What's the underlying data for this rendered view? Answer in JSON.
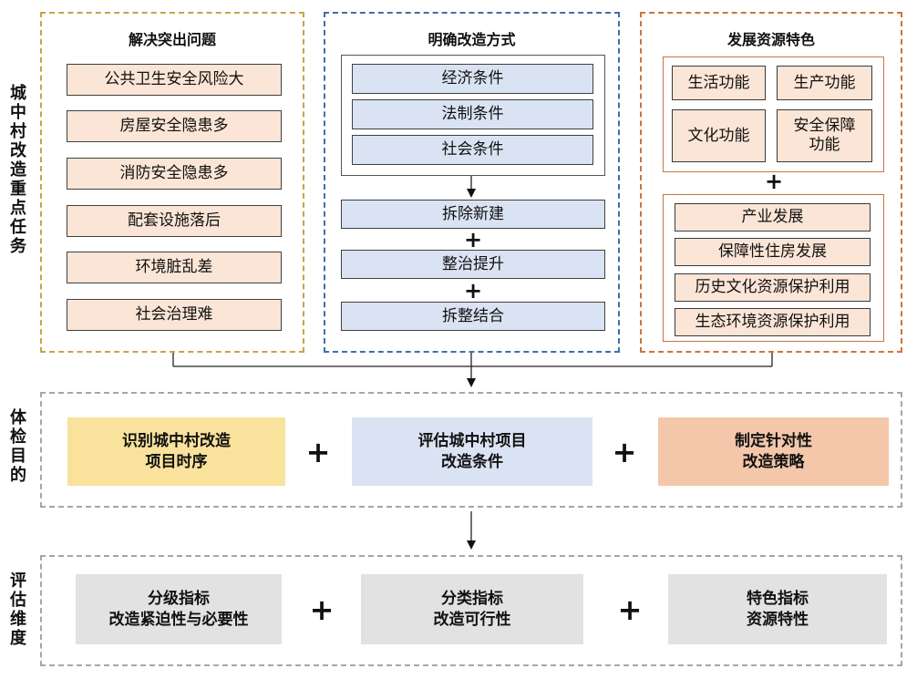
{
  "side_labels": {
    "tasks": "城中村改造重点任务",
    "purpose": "体检目的",
    "dimension": "评估维度"
  },
  "panels": {
    "problems": {
      "title": "解决突出问题",
      "items": [
        "公共卫生安全风险大",
        "房屋安全隐患多",
        "消防安全隐患多",
        "配套设施落后",
        "环境脏乱差",
        "社会治理难"
      ]
    },
    "methods": {
      "title": "明确改造方式",
      "conditions": [
        "经济条件",
        "法制条件",
        "社会条件"
      ],
      "approaches": [
        "拆除新建",
        "整治提升",
        "拆整结合"
      ]
    },
    "features": {
      "title": "发展资源特色",
      "functions": [
        "生活功能",
        "生产功能",
        "文化功能",
        "安全保障\n功能"
      ],
      "developments": [
        "产业发展",
        "保障性住房发展",
        "历史文化资源保护利用",
        "生态环境资源保护利用"
      ]
    }
  },
  "purposes": [
    {
      "line1": "识别城中村改造",
      "line2": "项目时序"
    },
    {
      "line1": "评估城中村项目",
      "line2": "改造条件"
    },
    {
      "line1": "制定针对性",
      "line2": "改造策略"
    }
  ],
  "dimensions": [
    {
      "line1": "分级指标",
      "line2": "改造紧迫性与必要性"
    },
    {
      "line1": "分类指标",
      "line2": "改造可行性"
    },
    {
      "line1": "特色指标",
      "line2": "资源特性"
    }
  ],
  "plus_sign": "+",
  "colors": {
    "gold_border": "#c9a24a",
    "blue_border": "#3f6fa8",
    "orange_border": "#c9753f",
    "gray_border": "#a6a6a6",
    "peach_fill": "#fbe5d6",
    "light_blue_fill": "#dae3f3",
    "yellow_fill": "#f8e29c",
    "salmon_fill": "#f4c7aa",
    "gray_fill": "#e2e2e2"
  }
}
